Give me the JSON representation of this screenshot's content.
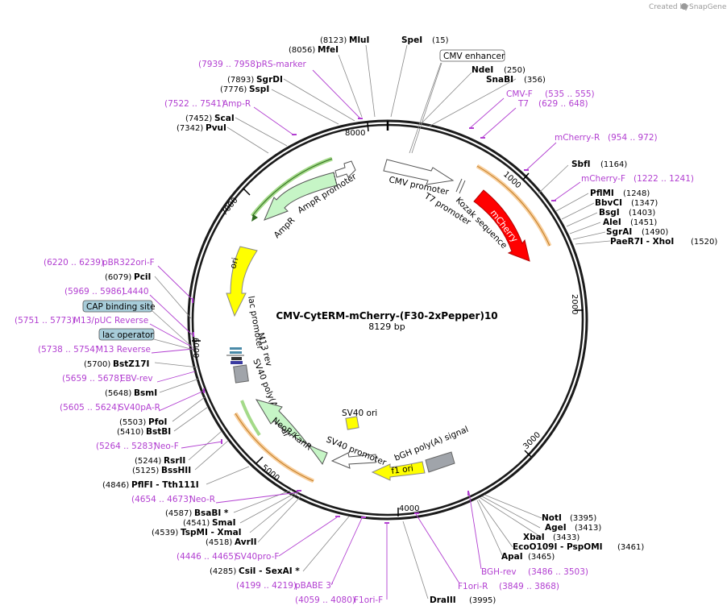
{
  "credit": "Created by",
  "credit_brand": "SnapGene",
  "title": "CMV-CytERM-mCherry-(F30-2xPepper)10",
  "size": "8129 bp",
  "ticks": [
    "1000",
    "2000",
    "3000",
    "4000",
    "5000",
    "6000",
    "7000",
    "8000"
  ],
  "enzymes": [
    {
      "pos": "(8123)",
      "name": "MluI"
    },
    {
      "pos": "(15)",
      "name": "SpeI"
    },
    {
      "pos": "(8056)",
      "name": "MfeI"
    },
    {
      "pos": "(250)",
      "name": "NdeI"
    },
    {
      "pos": "(356)",
      "name": "SnaBI"
    },
    {
      "pos": "(7893)",
      "name": "SgrDI"
    },
    {
      "pos": "(7776)",
      "name": "SspI"
    },
    {
      "pos": "(7452)",
      "name": "ScaI"
    },
    {
      "pos": "(7342)",
      "name": "PvuI"
    },
    {
      "pos": "(1164)",
      "name": "SbfI"
    },
    {
      "pos": "(1248)",
      "name": "PflMI"
    },
    {
      "pos": "(1347)",
      "name": "BbvCI"
    },
    {
      "pos": "(1403)",
      "name": "BsgI"
    },
    {
      "pos": "(1451)",
      "name": "AleI"
    },
    {
      "pos": "(1490)",
      "name": "SgrAI"
    },
    {
      "pos": "(1520)",
      "name": "PaeR7I - XhoI"
    },
    {
      "pos": "(6079)",
      "name": "PciI"
    },
    {
      "pos": "(5700)",
      "name": "BstZ17I"
    },
    {
      "pos": "(5648)",
      "name": "BsmI"
    },
    {
      "pos": "(5503)",
      "name": "PfoI"
    },
    {
      "pos": "(5410)",
      "name": "BstBI"
    },
    {
      "pos": "(5244)",
      "name": "RsrII"
    },
    {
      "pos": "(5125)",
      "name": "BssHII"
    },
    {
      "pos": "(4846)",
      "name": "PflFI - Tth111I"
    },
    {
      "pos": "(4587)",
      "name": "BsaBI *"
    },
    {
      "pos": "(4541)",
      "name": "SmaI"
    },
    {
      "pos": "(4539)",
      "name": "TspMI - XmaI"
    },
    {
      "pos": "(4518)",
      "name": "AvrII"
    },
    {
      "pos": "(4285)",
      "name": "CsiI - SexAI *"
    },
    {
      "pos": "(3395)",
      "name": "NotI"
    },
    {
      "pos": "(3413)",
      "name": "AgeI"
    },
    {
      "pos": "(3433)",
      "name": "XbaI"
    },
    {
      "pos": "(3461)",
      "name": "EcoO109I - PspOMI"
    },
    {
      "pos": "(3465)",
      "name": "ApaI"
    },
    {
      "pos": "(3995)",
      "name": "DraIII"
    }
  ],
  "primers": [
    {
      "range": "(7939 .. 7958)",
      "name": "pRS-marker"
    },
    {
      "range": "(7522 .. 7541)",
      "name": "Amp-R"
    },
    {
      "range": "(535 .. 555)",
      "name": "CMV-F"
    },
    {
      "range": "(629 .. 648)",
      "name": "T7"
    },
    {
      "range": "(954 .. 972)",
      "name": "mCherry-R"
    },
    {
      "range": "(1222 .. 1241)",
      "name": "mCherry-F"
    },
    {
      "range": "(6220 .. 6239)",
      "name": "pBR322ori-F"
    },
    {
      "range": "(5969 .. 5986)",
      "name": "L4440"
    },
    {
      "range": "(5751 .. 5773)",
      "name": "M13/pUC Reverse"
    },
    {
      "range": "(5738 .. 5754)",
      "name": "M13 Reverse"
    },
    {
      "range": "(5659 .. 5678)",
      "name": "EBV-rev"
    },
    {
      "range": "(5605 .. 5624)",
      "name": "SV40pA-R"
    },
    {
      "range": "(5264 .. 5283)",
      "name": "Neo-F"
    },
    {
      "range": "(4654 .. 4673)",
      "name": "Neo-R"
    },
    {
      "range": "(4446 .. 4465)",
      "name": "SV40pro-F"
    },
    {
      "range": "(4199 .. 4219)",
      "name": "pBABE 3'"
    },
    {
      "range": "(4059 .. 4080)",
      "name": "F1ori-F"
    },
    {
      "range": "(3486 .. 3503)",
      "name": "BGH-rev"
    },
    {
      "range": "(3849 .. 3868)",
      "name": "F1ori-R"
    }
  ],
  "boxed_features": [
    "CMV enhancer",
    "CAP binding site",
    "lac operator"
  ],
  "features": {
    "cmv_promoter": "CMV promoter",
    "kozak": "Kozak sequence",
    "t7_promoter": "T7 promoter",
    "mcherry": "mCherry",
    "ampr_promoter": "AmpR promoter",
    "ampr": "AmpR",
    "ori": "ori",
    "lac_promoter": "lac promoter",
    "m13_rev": "M13 rev",
    "sv40_polya": "SV40 poly(A) signal",
    "neo": "NeoR/KanR",
    "sv40_promoter": "SV40 promoter",
    "sv40_ori": "SV40 ori",
    "bgh": "bGH poly(A) signal",
    "f1_ori": "f1 ori"
  },
  "colors": {
    "backbone": "#1a1a1a",
    "primer": "#b23fd1",
    "mcherry": "#ff0000",
    "ampr": "#c6f5c6",
    "ori": "#ffff00",
    "promoter": "#ffffff",
    "polya": "#a0a4aa",
    "orf_arc": "#f3a64b",
    "amp_arc": "#67c23a"
  }
}
